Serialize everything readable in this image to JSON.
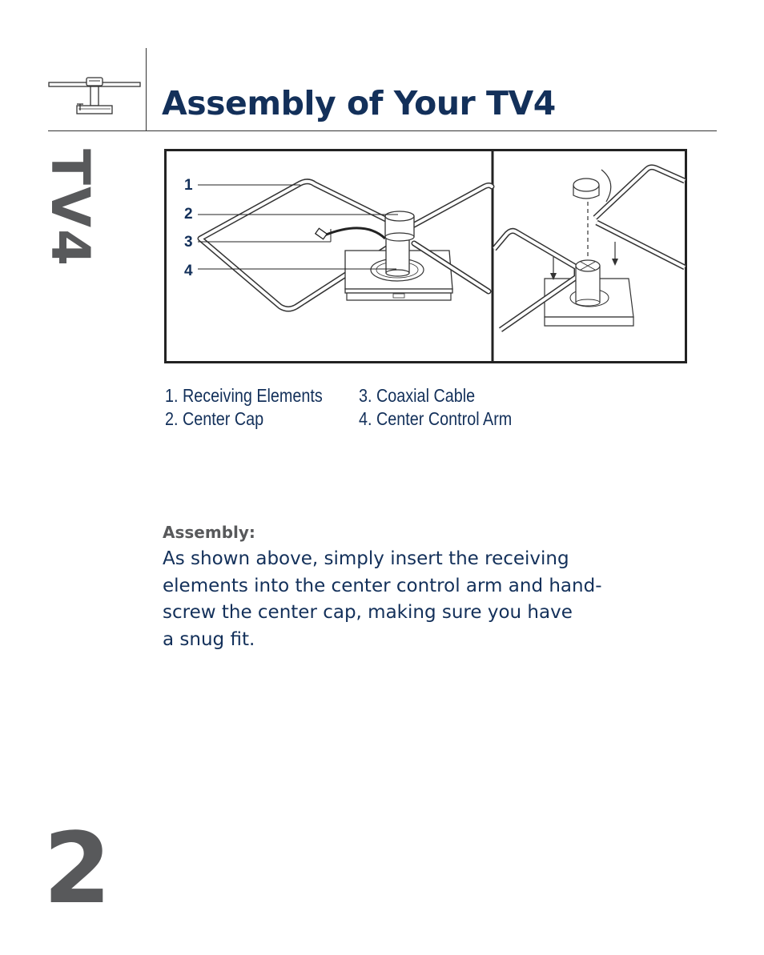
{
  "header": {
    "title": "Assembly of Your TV4",
    "side_label": "TV4"
  },
  "figure": {
    "callouts": [
      "1",
      "2",
      "3",
      "4"
    ]
  },
  "legend": {
    "left": [
      "1. Receiving Elements",
      "2. Center Cap"
    ],
    "right": [
      "3. Coaxial Cable",
      "4. Center Control Arm"
    ]
  },
  "assembly": {
    "label": "Assembly:",
    "lines": [
      "As shown above, simply insert the receiving",
      "elements into the center control arm and hand-",
      "screw the center cap, making sure you have",
      "a snug fit."
    ]
  },
  "page_number": "2",
  "colors": {
    "navy": "#13305a",
    "gray": "#58595b"
  }
}
